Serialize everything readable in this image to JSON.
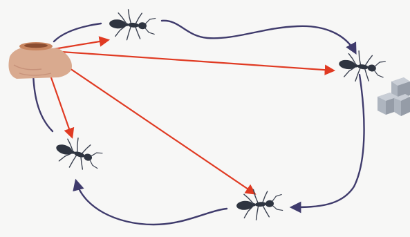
{
  "colors": {
    "background": "#f7f7f6",
    "loop_path": "#3f3b6c",
    "direct_path": "#e03a22",
    "ant_body": "#2e3440",
    "ant_leg": "#3b4150",
    "nest_top": "#c98660",
    "nest_side": "#d9aa8f",
    "sugar_light": "#c9ced6",
    "sugar_mid": "#aeb5bf",
    "sugar_dark": "#959ca7"
  },
  "icons": {
    "nest": "anthill-icon",
    "food": "sugar-cubes-icon",
    "ant": "ant-icon"
  },
  "diagram": {
    "nodes": [
      "nest",
      "ant-top",
      "ant-right",
      "ant-bottom",
      "ant-left",
      "food"
    ],
    "loop_path": [
      "nest",
      "ant-top",
      "ant-right",
      "ant-bottom",
      "ant-left",
      "nest"
    ],
    "direct_paths": [
      [
        "nest",
        "ant-top"
      ],
      [
        "nest",
        "ant-right"
      ],
      [
        "nest",
        "ant-bottom"
      ],
      [
        "nest",
        "ant-left"
      ]
    ]
  }
}
